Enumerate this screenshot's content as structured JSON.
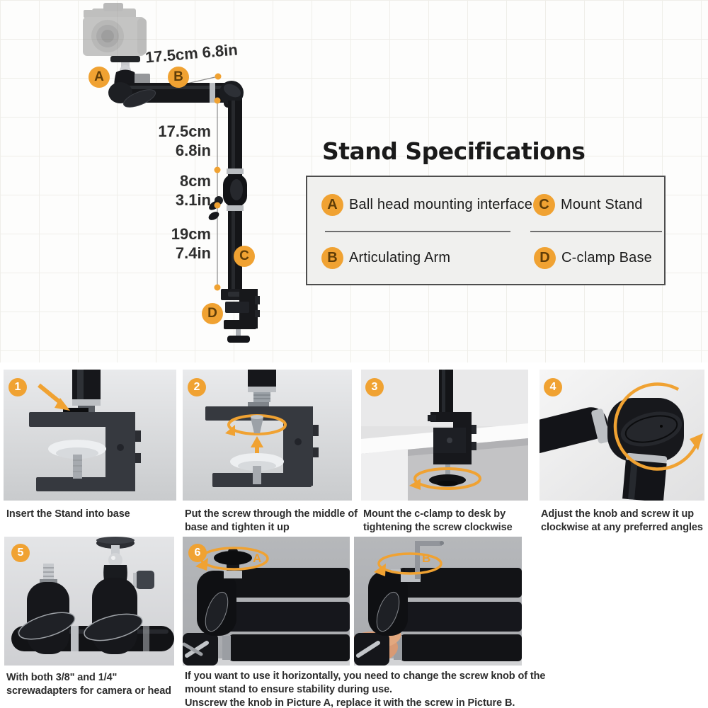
{
  "colors": {
    "accent_orange": "#F0A232",
    "badge_letter": "#5F3D08",
    "heading_text": "#1A1A1A",
    "caption_text": "#2D2D2D",
    "spec_box_bg": "#F0F0EE",
    "spec_box_border": "#4D4D4D",
    "grid_line": "#EFEEE9"
  },
  "diagram": {
    "label_a": "A",
    "label_b": "B",
    "label_c": "C",
    "label_d": "D",
    "dim_arm": "17.5cm 6.8in",
    "dim_upper_1": "17.5cm",
    "dim_upper_2": "6.8in",
    "dim_mid_1": "8cm",
    "dim_mid_2": "3.1in",
    "dim_lower_1": "19cm",
    "dim_lower_2": "7.4in"
  },
  "specifications": {
    "title": "Stand Specifications",
    "items": [
      {
        "key": "A",
        "label": "Ball head mounting interface"
      },
      {
        "key": "B",
        "label": "Articulating Arm"
      },
      {
        "key": "C",
        "label": "Mount Stand"
      },
      {
        "key": "D",
        "label": "C-clamp Base"
      }
    ]
  },
  "steps": [
    {
      "number": "1",
      "caption": "Insert the Stand into base"
    },
    {
      "number": "2",
      "caption": "Put the screw through the middle of base and tighten it up"
    },
    {
      "number": "3",
      "caption": "Mount the c-clamp to desk by tightening the screw clockwise"
    },
    {
      "number": "4",
      "caption": "Adjust the knob and screw it up clockwise at any preferred angles"
    },
    {
      "number": "5",
      "caption": "With both 3/8\" and 1/4\" screwadapters for camera or head"
    },
    {
      "number": "6",
      "caption": "If you want to use it horizontally, you need to change the screw knob of the mount stand to ensure stability during use.\nUnscrew the knob in Picture A, replace it with the screw in Picture B.",
      "picture_a_label": "A",
      "picture_b_label": "B"
    }
  ]
}
